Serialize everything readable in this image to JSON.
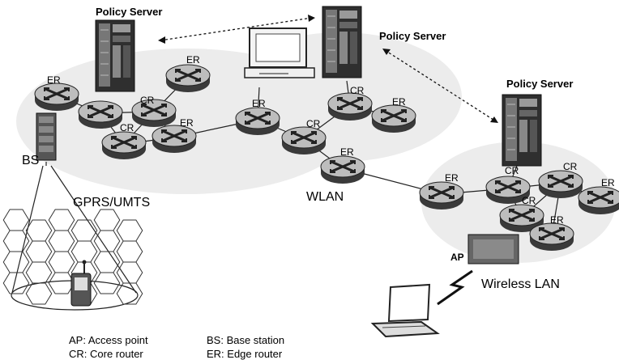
{
  "labels": {
    "policy_server_1": "Policy Server",
    "policy_server_2": "Policy Server",
    "policy_server_3": "Policy Server",
    "er": "ER",
    "cr": "CR",
    "bs": "BS",
    "gprs": "GPRS/UMTS",
    "wlan": "WLAN",
    "wireless_lan": "Wireless LAN",
    "ap": "AP"
  },
  "legend": {
    "ap": "AP: Access point",
    "cr": "CR: Core router",
    "bs": "BS: Base station",
    "er": "ER: Edge router"
  },
  "colors": {
    "router_top": "#bdbdbd",
    "router_side": "#3a3a3a",
    "server_body": "#2f2f2f",
    "cloud": "#e9e9e9"
  }
}
